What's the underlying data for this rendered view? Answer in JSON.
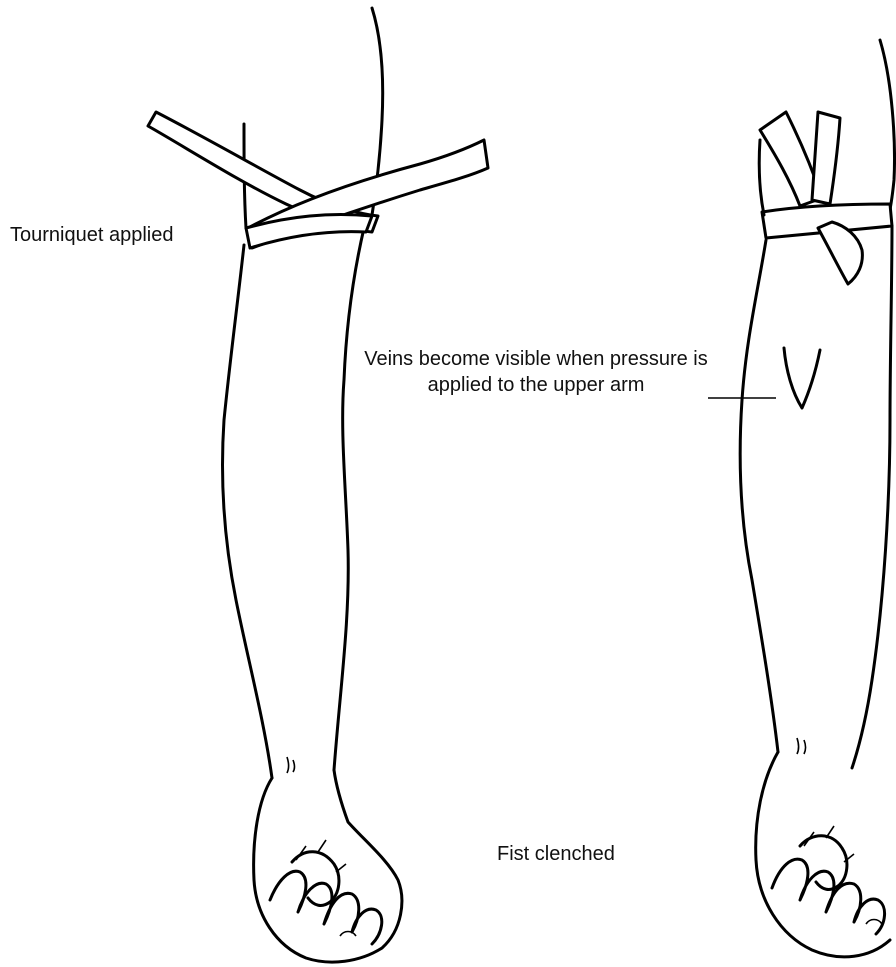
{
  "labels": {
    "tourniquet": "Tourniquet applied",
    "veins": "Veins become visible when pressure is applied to the upper arm",
    "fist": "Fist clenched"
  },
  "colors": {
    "ink": "#000000",
    "background": "#ffffff"
  }
}
